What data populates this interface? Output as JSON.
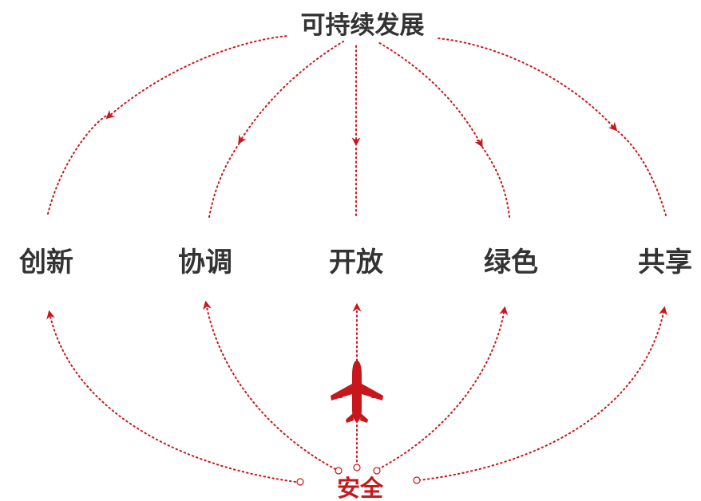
{
  "diagram": {
    "goal": "可持续发展",
    "concepts": [
      "创新",
      "协调",
      "开放",
      "绿色",
      "共享"
    ],
    "foundation": "安全",
    "colors": {
      "accent": "#c8161d",
      "text": "#333333"
    },
    "icons": [
      "airplane-icon"
    ]
  }
}
